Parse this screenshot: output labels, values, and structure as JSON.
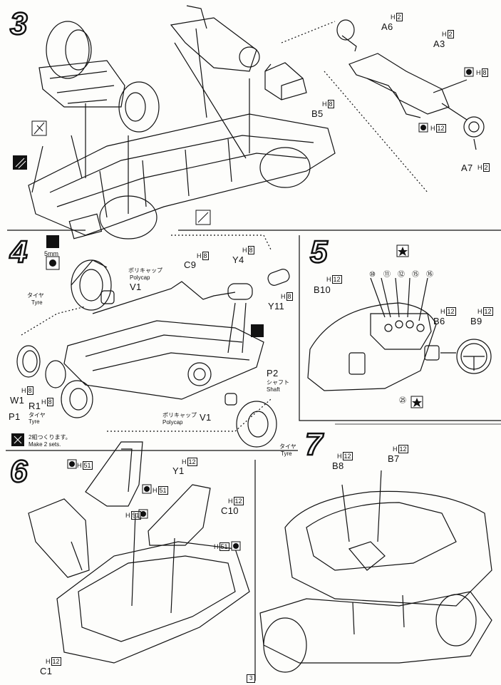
{
  "page": {
    "number": "3"
  },
  "steps": {
    "s3": {
      "number": "3",
      "parts": {
        "a6": "A6",
        "a3": "A3",
        "b5": "B5",
        "a7": "A7"
      },
      "h2": "H",
      "h2n": "2",
      "h8": "H",
      "h8n": "8",
      "h12": "H",
      "h12n": "12"
    },
    "s4": {
      "number": "4",
      "dim": "5mm",
      "polycap_jp": "ポリキャップ",
      "polycap_en": "Polycap",
      "tyre_jp": "タイヤ",
      "tyre_en": "Tyre",
      "shaft_jp": "シャフト",
      "shaft_en": "Shaft",
      "parts": {
        "c9": "C9",
        "y4": "Y4",
        "v1": "V1",
        "y11": "Y11",
        "p2": "P2",
        "w1": "W1",
        "r1": "R1",
        "p1": "P1",
        "v1b": "V1"
      },
      "make_jp": "2組つくります。",
      "make_en": "Make 2 sets."
    },
    "s5": {
      "number": "5",
      "parts": {
        "b10": "B10",
        "b6": "B6",
        "b9": "B9"
      },
      "callouts": [
        "⑩",
        "⑪",
        "⑫",
        "⑮",
        "⑯"
      ],
      "callout_25": "㉕"
    },
    "s6": {
      "number": "6",
      "parts": {
        "y1": "Y1",
        "c10": "C10",
        "c1": "C1"
      },
      "h51": "H",
      "h51n": "51"
    },
    "s7": {
      "number": "7",
      "parts": {
        "b8": "B8",
        "b7": "B7"
      }
    }
  },
  "colors": {
    "ink": "#111111",
    "paper": "#fdfdfb"
  },
  "icons": [
    "cement-icon",
    "paint-icon",
    "star-icon",
    "hatch-icon"
  ]
}
